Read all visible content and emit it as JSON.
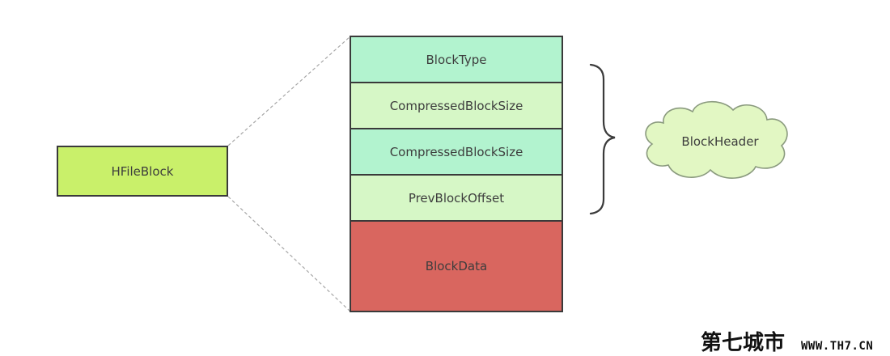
{
  "colors": {
    "hfileblock_fill": "#c9f06a",
    "stack_teal": "#b2f3cf",
    "stack_pale": "#d6f7c6",
    "block_data": "#d9665f",
    "cloud_fill": "#e2f7c3",
    "cloud_stroke": "#8a9a7e",
    "outline": "#3a3a3a",
    "dashed_line": "#a7a7a7"
  },
  "diagram": {
    "hfileblock": {
      "label": "HFileBlock"
    },
    "stack": [
      {
        "label": "BlockType",
        "color_key": "stack_teal"
      },
      {
        "label": "CompressedBlockSize",
        "color_key": "stack_pale"
      },
      {
        "label": "CompressedBlockSize",
        "color_key": "stack_teal"
      },
      {
        "label": "PrevBlockOffset",
        "color_key": "stack_pale"
      },
      {
        "label": "BlockData",
        "color_key": "block_data"
      }
    ],
    "cloud": {
      "label": "BlockHeader"
    }
  },
  "watermark": {
    "chinese": "第七城市",
    "latin": "WWW.TH7.CN"
  }
}
